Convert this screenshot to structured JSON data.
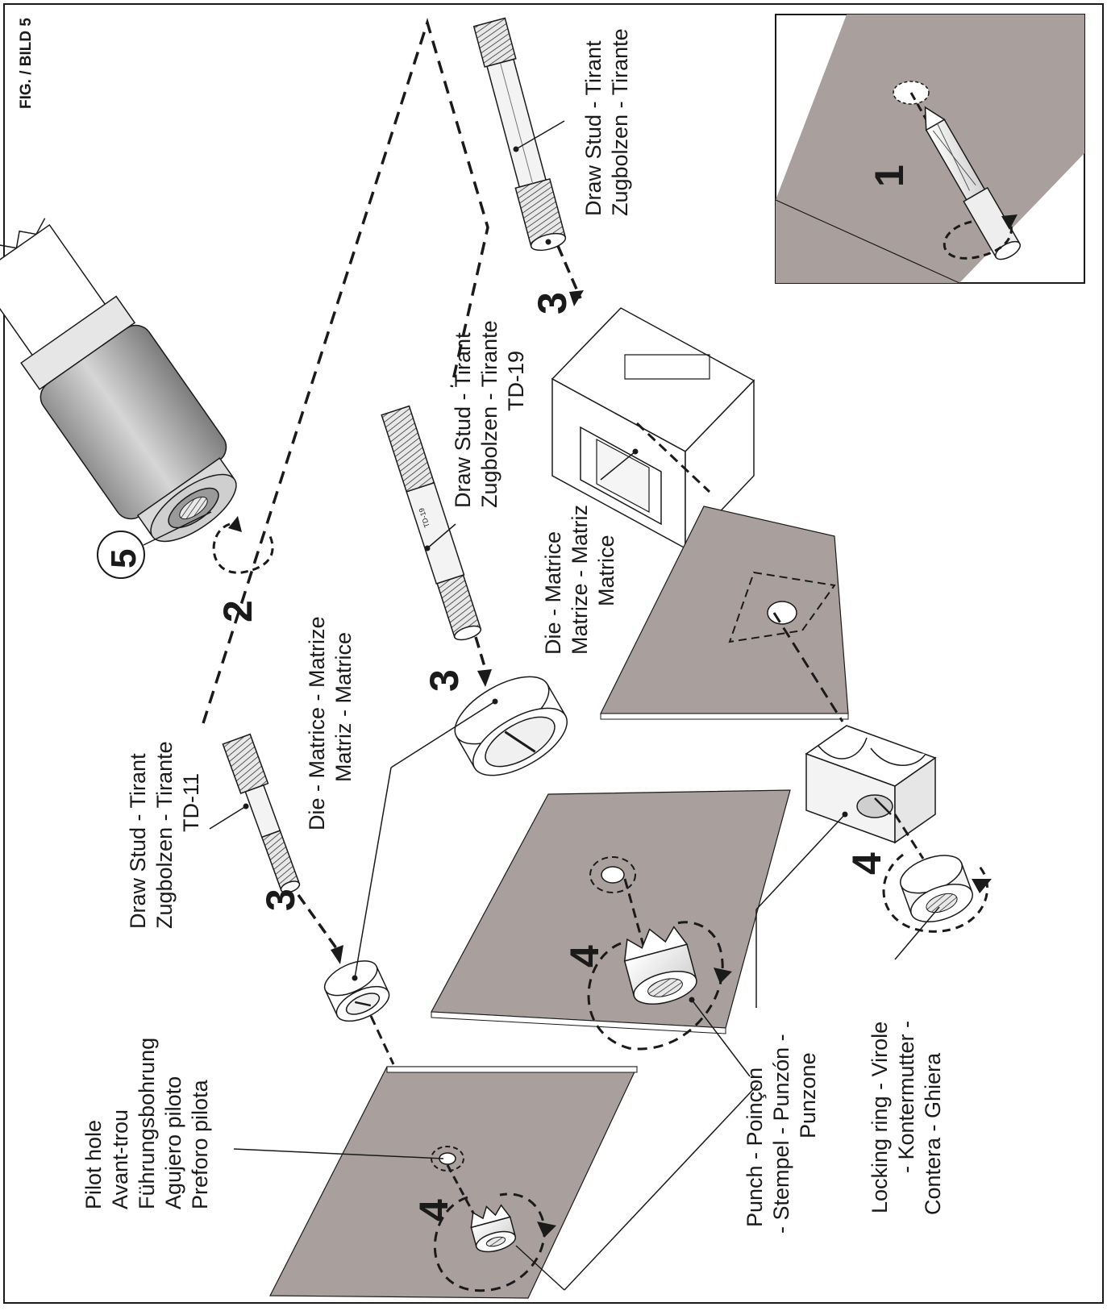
{
  "figure": {
    "label": "FIG. / BILD 5"
  },
  "steps": {
    "step1": "1",
    "step2": "2",
    "step3": "3",
    "step4": "4",
    "step5": "5"
  },
  "labels": {
    "draw_stud_top": [
      "Draw Stud  - Tirant",
      "Zugbolzen - Tirante"
    ],
    "draw_stud_td19": [
      "Draw Stud  - Tirant",
      "Zugbolzen - Tirante",
      "TD-19"
    ],
    "draw_stud_td11": [
      "Draw Stud  - Tirant",
      "Zugbolzen - Tirante",
      "TD-11"
    ],
    "die_square": [
      "Die - Matrice",
      "Matrize - Matriz",
      "Matrice"
    ],
    "die_round": [
      "Die - Matrice - Matrize",
      "Matriz  - Matrice"
    ],
    "pilot_hole": [
      "Pilot hole",
      "Avant-trou",
      "Führungsbohrung",
      "Agujero piloto",
      "Preforo pilota"
    ],
    "punch": [
      "Punch - Poinçon",
      "- Stempel - Punzón -",
      "Punzone"
    ],
    "locking_ring": [
      "Locking ring - Virole",
      "- Kontermutter -",
      "Contera  - Ghiera"
    ]
  },
  "colors": {
    "sheet": "#a9a09d",
    "line": "#1a1a1a",
    "cylinder": "#bdbdbd",
    "part_light": "#f2f2f2"
  }
}
